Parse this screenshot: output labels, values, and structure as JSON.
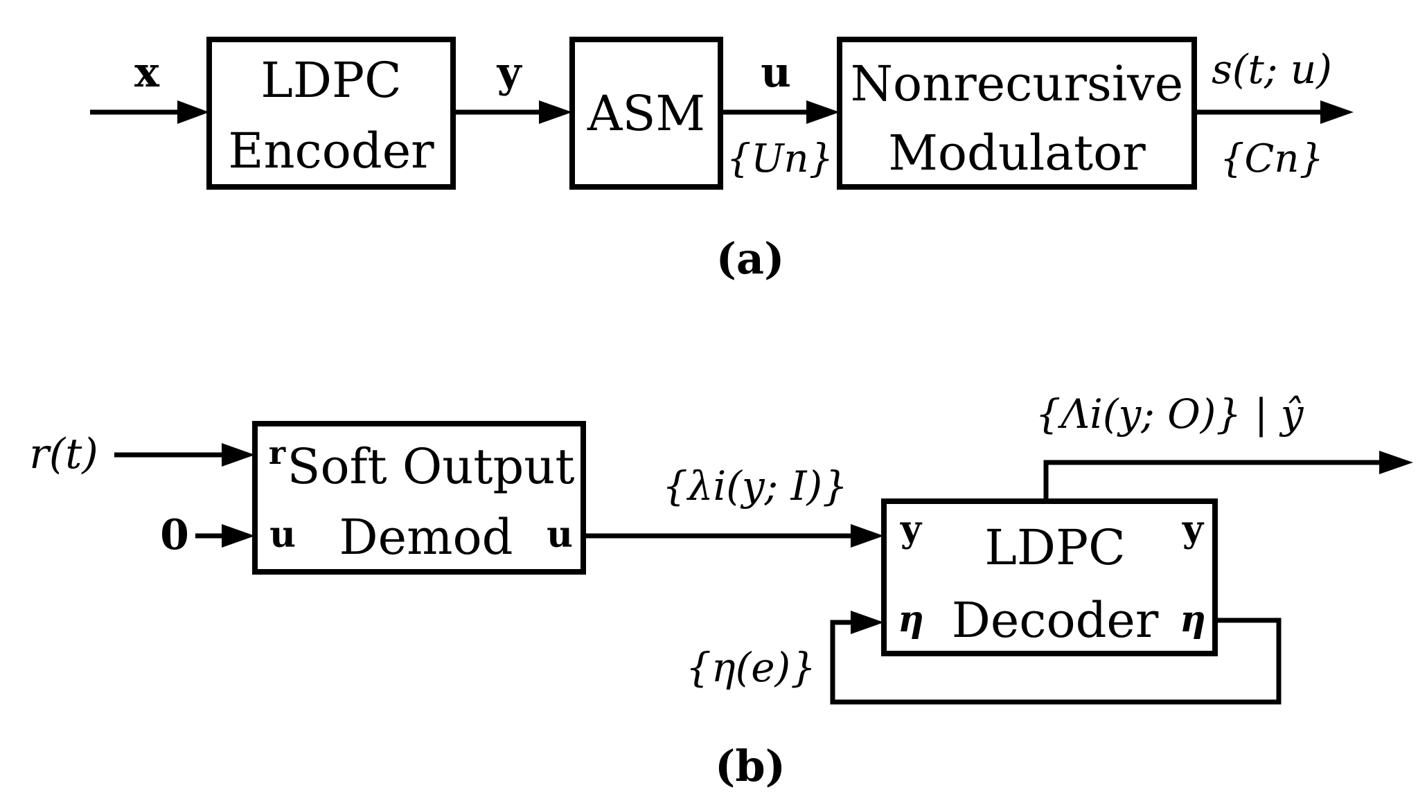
{
  "part_a": {
    "input": "x",
    "encoder": {
      "line1": "LDPC",
      "line2": "Encoder"
    },
    "encoder_out": "y",
    "asm": "ASM",
    "asm_out": "u",
    "asm_out_seq": "{Un}",
    "modulator": {
      "line1": "Nonrecursive",
      "line2": "Modulator"
    },
    "modulator_out": "s(t; u)",
    "modulator_out_seq": "{Cn}",
    "caption": "(a)"
  },
  "part_b": {
    "received": "r(t)",
    "zero_input": "0",
    "demod": {
      "line1": "Soft Output",
      "line2": "Demod",
      "port_r": "r",
      "port_u_in": "u",
      "port_u_out": "u"
    },
    "demod_out": "{λi(y; I)}",
    "decoder": {
      "line1": "LDPC",
      "line2": "Decoder",
      "port_y_in": "y",
      "port_y_out": "y",
      "port_eta_in": "η",
      "port_eta_out": "η"
    },
    "decoder_out": "{Λi(y; O)} | ŷ",
    "feedback": "{η(e)}",
    "caption": "(b)"
  }
}
